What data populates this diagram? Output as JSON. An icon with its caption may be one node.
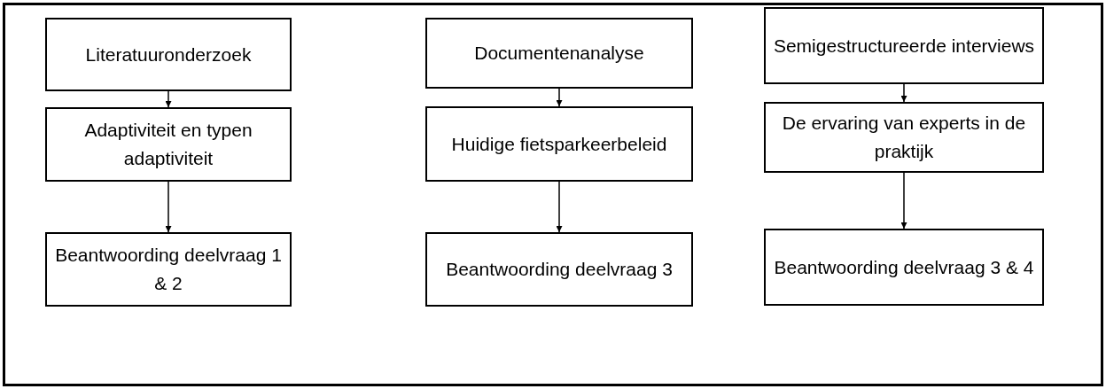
{
  "diagram": {
    "nodes": [
      {
        "text": [
          "Literatuuronderzoek"
        ]
      },
      {
        "text": [
          "Adaptiviteit en typen adaptiviteit"
        ]
      },
      {
        "text": [
          "Beantwoording deelvraag 1 & 2"
        ]
      },
      {
        "text": [
          "Documentenanalyse"
        ]
      },
      {
        "text": [
          "Huidige fietsparkeerbeleid"
        ]
      },
      {
        "text": [
          "Beantwoording deelvraag 3"
        ]
      },
      {
        "text": [
          "Semigestructureerde interviews"
        ]
      },
      {
        "text": [
          "De ervaring van experts in de praktijk"
        ]
      },
      {
        "text": [
          "Beantwoording deelvraag 3 & 4"
        ]
      }
    ],
    "edges": [
      {
        "from": 0,
        "to": 1,
        "arrow": "to"
      },
      {
        "from": 1,
        "to": 2,
        "arrow": "to"
      },
      {
        "from": 3,
        "to": 4,
        "arrow": "to"
      },
      {
        "from": 4,
        "to": 5,
        "arrow": "to"
      },
      {
        "from": 6,
        "to": 7,
        "arrow": "to"
      },
      {
        "from": 7,
        "to": 8,
        "arrow": "to"
      }
    ]
  }
}
